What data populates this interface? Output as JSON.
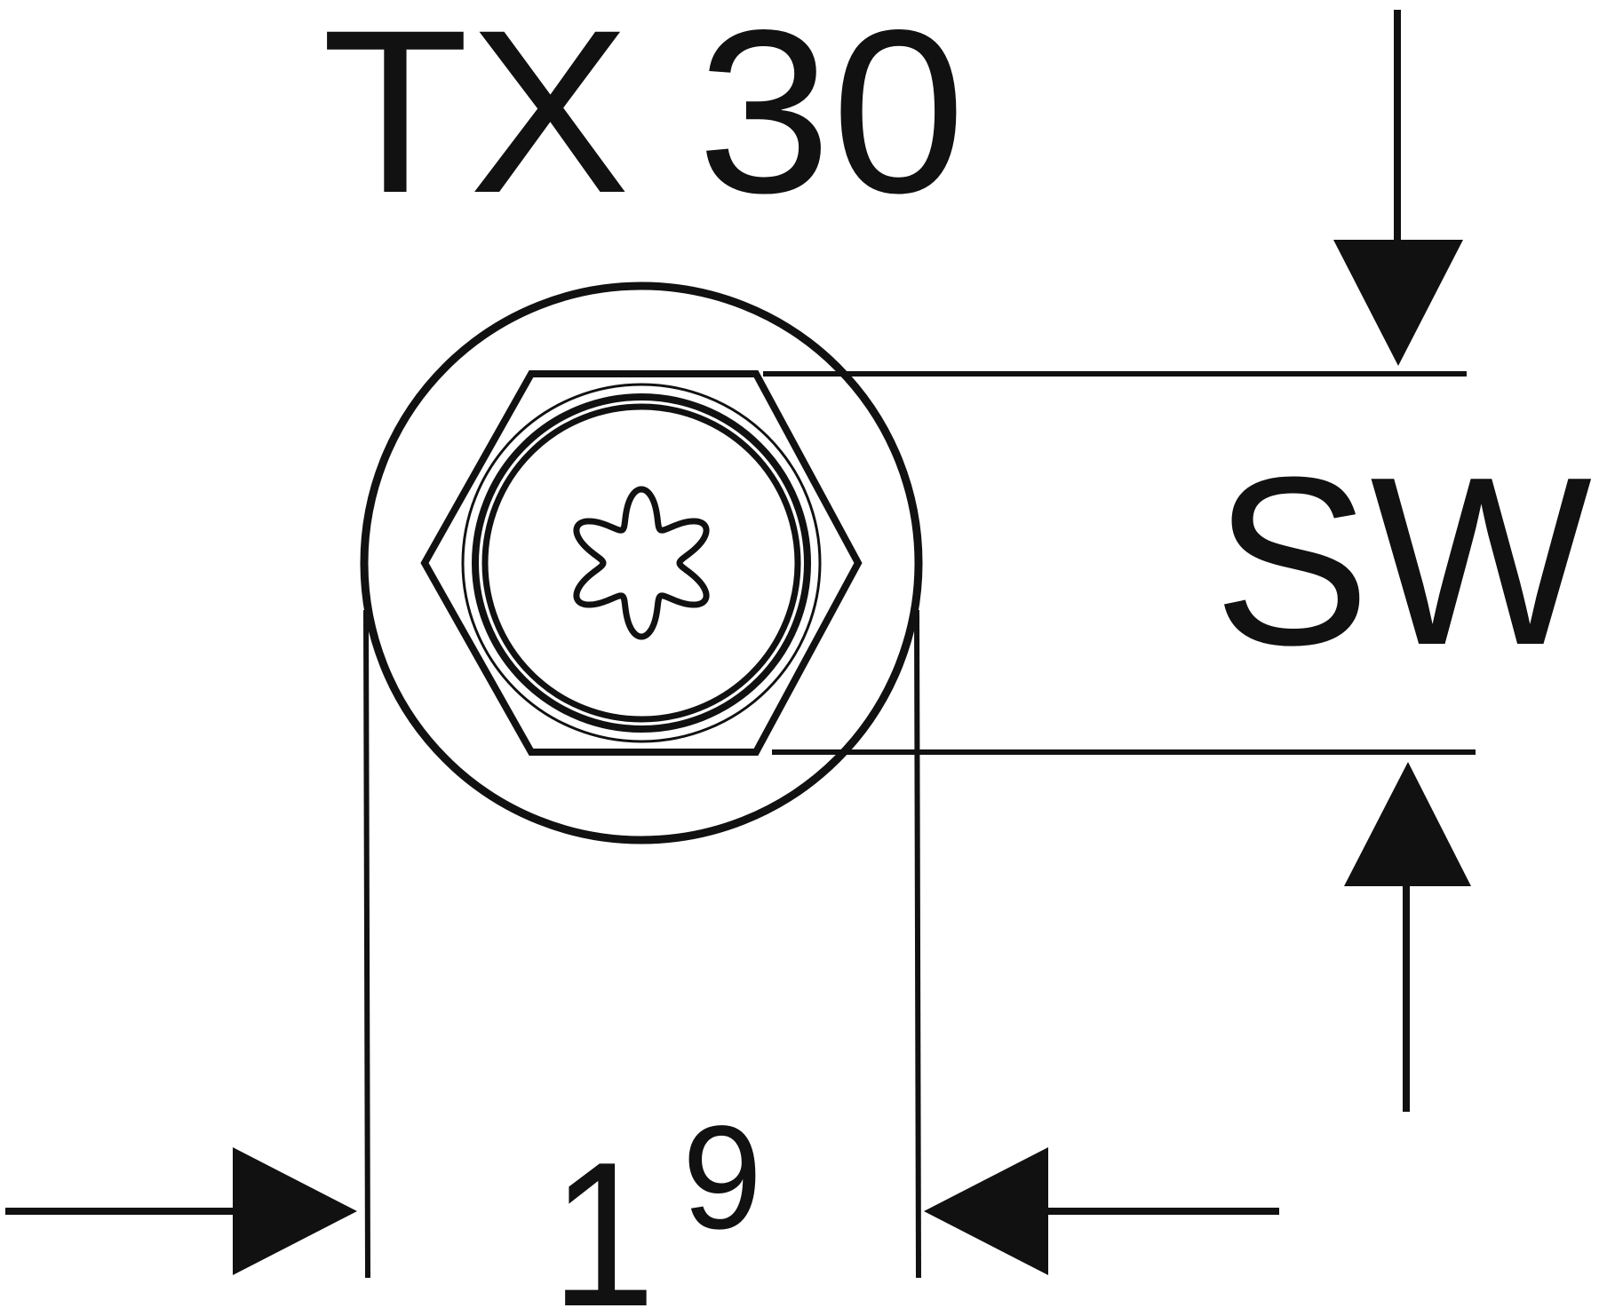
{
  "labels": {
    "drive_size": "TX 30",
    "wrench_size": "SW",
    "diameter_main": "1",
    "diameter_superscript": "9"
  },
  "colors": {
    "line": "#111111",
    "background": "#ffffff"
  }
}
